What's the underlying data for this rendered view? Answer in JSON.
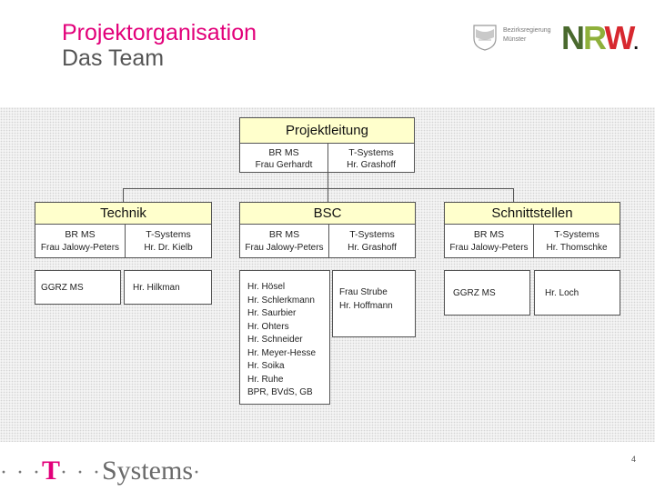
{
  "header": {
    "title_line1": "Projektorganisation",
    "title_line2": "Das Team",
    "authority_label_line1": "Bezirksregierung",
    "authority_label_line2": "Münster",
    "nrw_logo": {
      "n": "N",
      "r": "R",
      "w": "W",
      "dot": "."
    }
  },
  "org": {
    "projektleitung": {
      "title": "Projektleitung",
      "col1_org": "BR MS",
      "col1_person": "Frau Gerhardt",
      "col2_org": "T-Systems",
      "col2_person": "Hr. Grashoff"
    },
    "technik": {
      "title": "Technik",
      "col1_org": "BR MS",
      "col1_person": "Frau Jalowy-Peters",
      "col2_org": "T-Systems",
      "col2_person": "Hr. Dr. Kielb",
      "sub1": "GGRZ MS",
      "sub2": "Hr. Hilkman"
    },
    "bsc": {
      "title": "BSC",
      "col1_org": "BR MS",
      "col1_person": "Frau Jalowy-Peters",
      "col2_org": "T-Systems",
      "col2_person": "Hr. Grashoff",
      "team_br": [
        "Hr. Hösel",
        "Hr. Schlerkmann",
        "Hr. Saurbier",
        "Hr. Ohters",
        "Hr. Schneider",
        "Hr. Meyer-Hesse",
        "Hr. Soika",
        "Hr. Ruhe",
        "BPR, BVdS, GB"
      ],
      "team_ts": [
        "Frau Strube",
        "Hr. Hoffmann"
      ]
    },
    "schnittstellen": {
      "title": "Schnittstellen",
      "col1_org": "BR MS",
      "col1_person": "Frau Jalowy-Peters",
      "col2_org": "T-Systems",
      "col2_person": "Hr. Thomschke",
      "sub1": "GGRZ MS",
      "sub2": "Hr. Loch"
    }
  },
  "footer": {
    "page_number": "4",
    "logo_dots_left": "· · ·",
    "logo_t": "T",
    "logo_dots_mid": "· · ·",
    "logo_systems": "Systems",
    "logo_dot_right": "·"
  },
  "colors": {
    "magenta": "#e2007a",
    "box_fill": "#ffffcc"
  }
}
